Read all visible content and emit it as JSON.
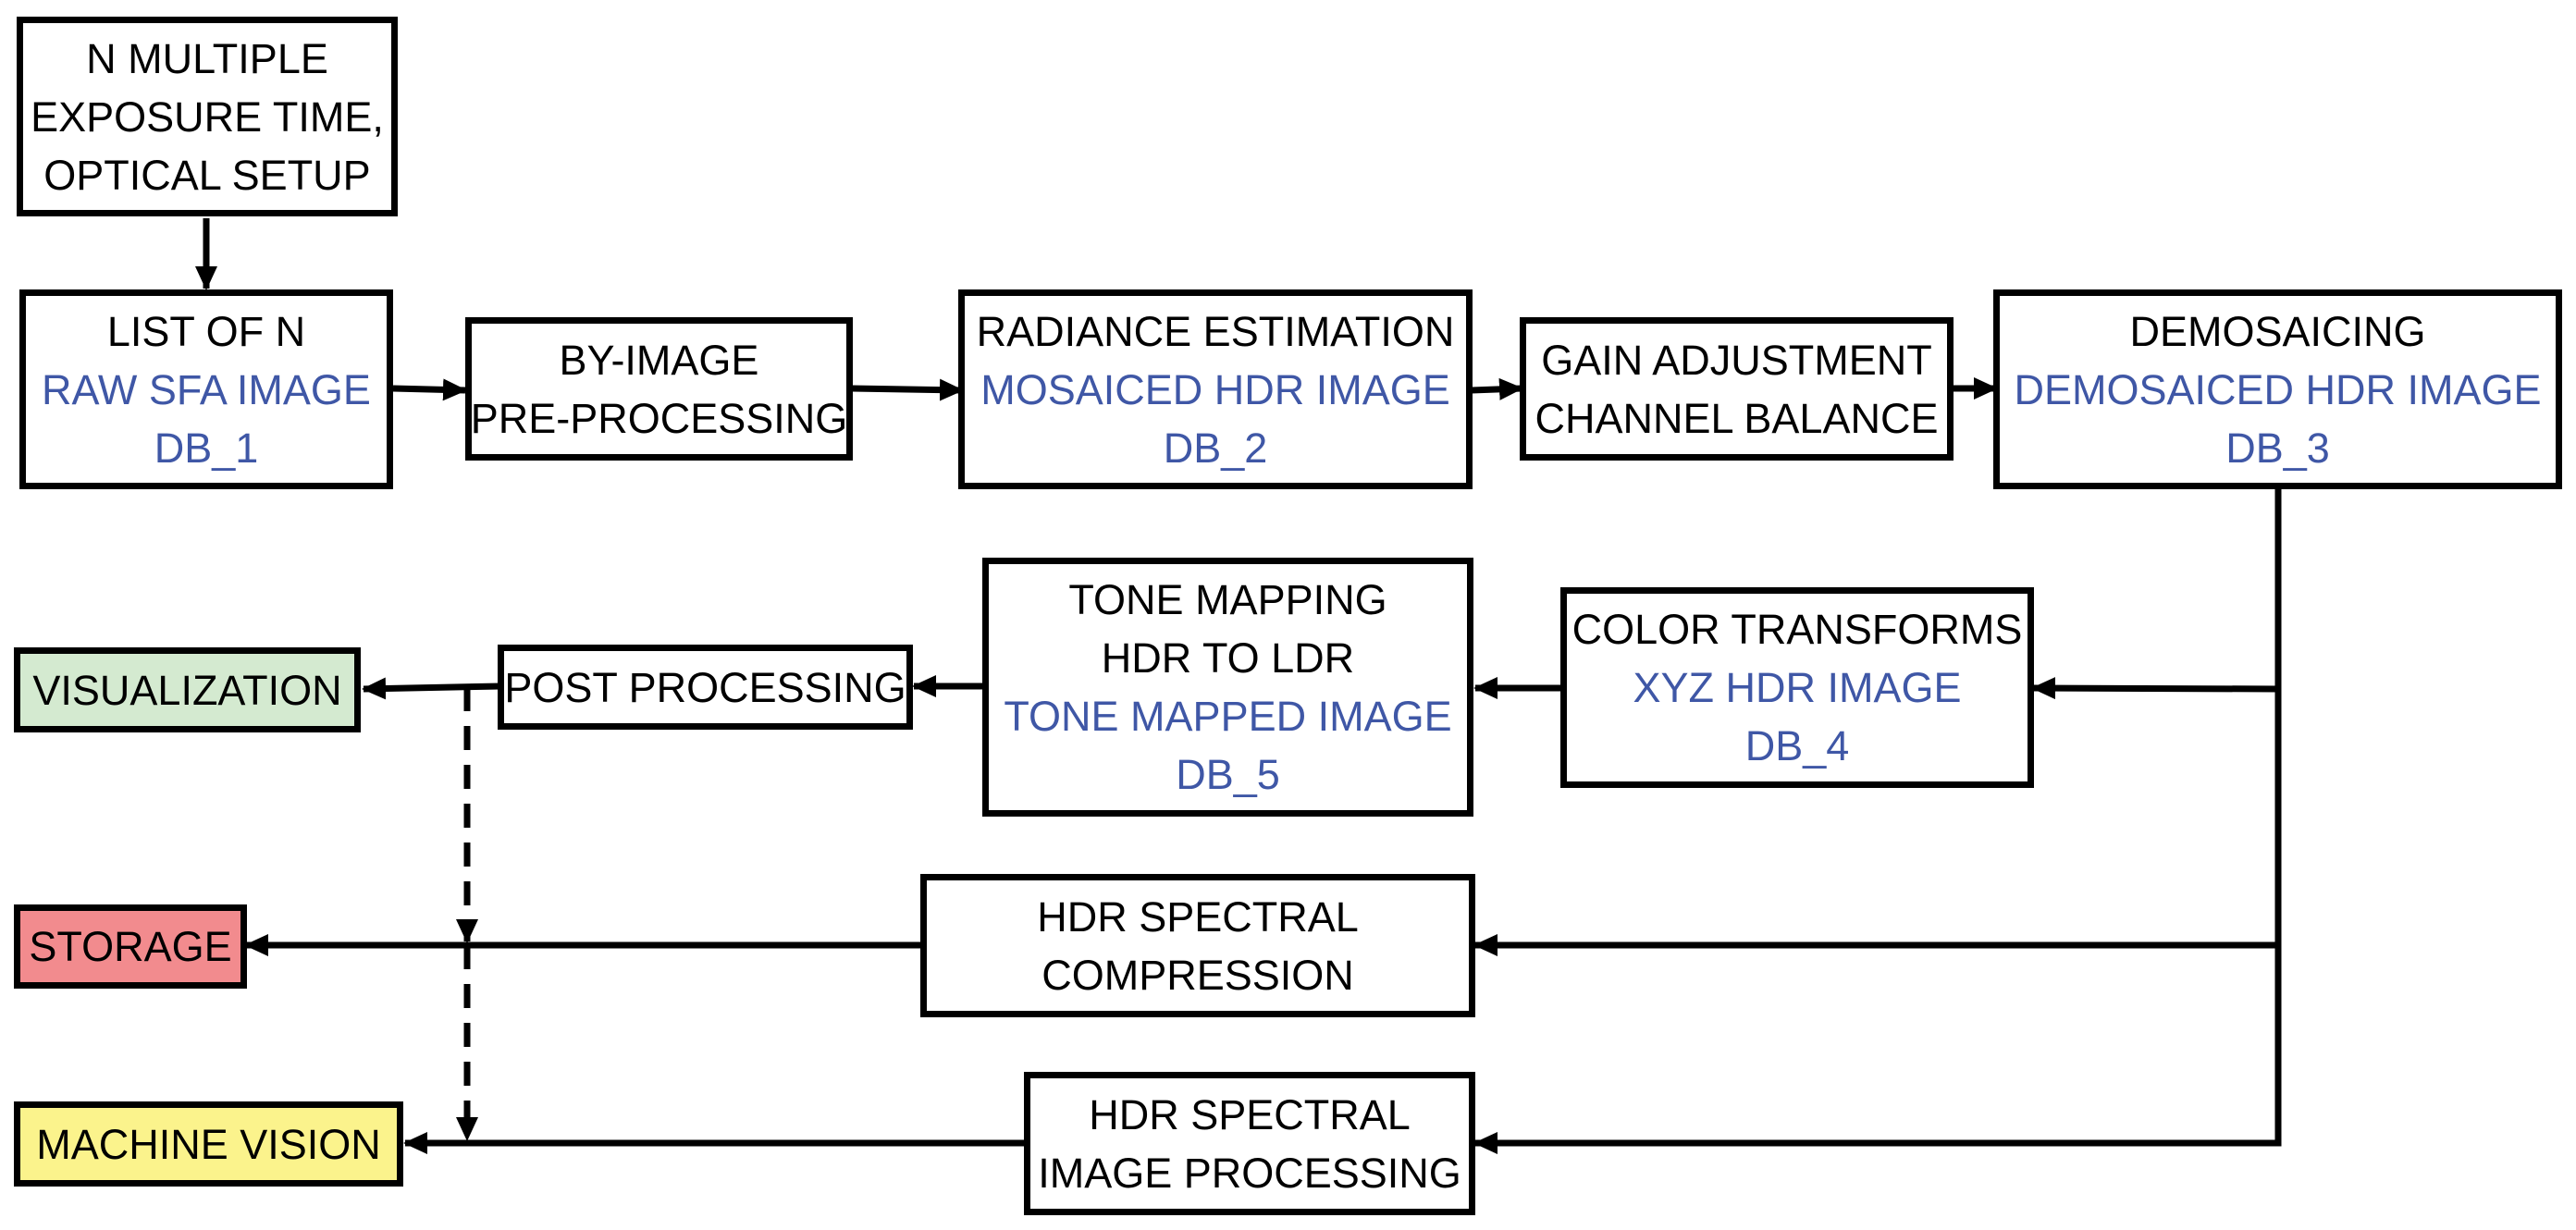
{
  "colors": {
    "text": "#000000",
    "db_text": "#3f57a6",
    "visualization_fill": "#d4ead0",
    "storage_fill": "#f28b8e",
    "machine_vision_fill": "#fbf38c"
  },
  "nodes": {
    "input": {
      "lines": [
        "N MULTIPLE",
        "EXPOSURE TIME,",
        "OPTICAL SETUP"
      ]
    },
    "raw_list": {
      "lines": [
        "LIST OF N"
      ],
      "db_lines": [
        "RAW SFA IMAGE",
        "DB_1"
      ]
    },
    "preprocessing": {
      "lines": [
        "BY-IMAGE",
        "PRE-PROCESSING"
      ]
    },
    "radiance": {
      "lines": [
        "RADIANCE ESTIMATION"
      ],
      "db_lines": [
        "MOSAICED HDR IMAGE",
        "DB_2"
      ]
    },
    "gain": {
      "lines": [
        "GAIN ADJUSTMENT",
        "CHANNEL BALANCE"
      ]
    },
    "demosaicing": {
      "lines": [
        "DEMOSAICING"
      ],
      "db_lines": [
        "DEMOSAICED HDR IMAGE",
        "DB_3"
      ]
    },
    "color_transforms": {
      "lines": [
        "COLOR TRANSFORMS"
      ],
      "db_lines": [
        "XYZ HDR IMAGE",
        "DB_4"
      ]
    },
    "tone_mapping": {
      "lines": [
        "TONE MAPPING",
        "HDR TO LDR"
      ],
      "db_lines": [
        "TONE MAPPED IMAGE",
        "DB_5"
      ]
    },
    "post_processing": {
      "lines": [
        "POST PROCESSING"
      ]
    },
    "visualization": {
      "lines": [
        "VISUALIZATION"
      ]
    },
    "compression": {
      "lines": [
        "HDR SPECTRAL",
        "COMPRESSION"
      ]
    },
    "storage": {
      "lines": [
        "STORAGE"
      ]
    },
    "spectral_processing": {
      "lines": [
        "HDR SPECTRAL",
        "IMAGE PROCESSING"
      ]
    },
    "machine_vision": {
      "lines": [
        "MACHINE VISION"
      ]
    }
  },
  "edges": [
    {
      "from": "input",
      "to": "raw_list",
      "style": "solid"
    },
    {
      "from": "raw_list",
      "to": "preprocessing",
      "style": "solid"
    },
    {
      "from": "preprocessing",
      "to": "radiance",
      "style": "solid"
    },
    {
      "from": "radiance",
      "to": "gain",
      "style": "solid"
    },
    {
      "from": "gain",
      "to": "demosaicing",
      "style": "solid"
    },
    {
      "from": "demosaicing",
      "to": "color_transforms",
      "style": "solid"
    },
    {
      "from": "demosaicing",
      "to": "compression",
      "style": "solid"
    },
    {
      "from": "demosaicing",
      "to": "spectral_processing",
      "style": "solid"
    },
    {
      "from": "color_transforms",
      "to": "tone_mapping",
      "style": "solid"
    },
    {
      "from": "tone_mapping",
      "to": "post_processing",
      "style": "solid"
    },
    {
      "from": "post_processing",
      "to": "visualization",
      "style": "solid"
    },
    {
      "from": "post_processing",
      "to": "storage",
      "style": "dashed"
    },
    {
      "from": "post_processing",
      "to": "machine_vision",
      "style": "dashed"
    },
    {
      "from": "compression",
      "to": "storage",
      "style": "solid"
    },
    {
      "from": "spectral_processing",
      "to": "machine_vision",
      "style": "solid"
    }
  ]
}
